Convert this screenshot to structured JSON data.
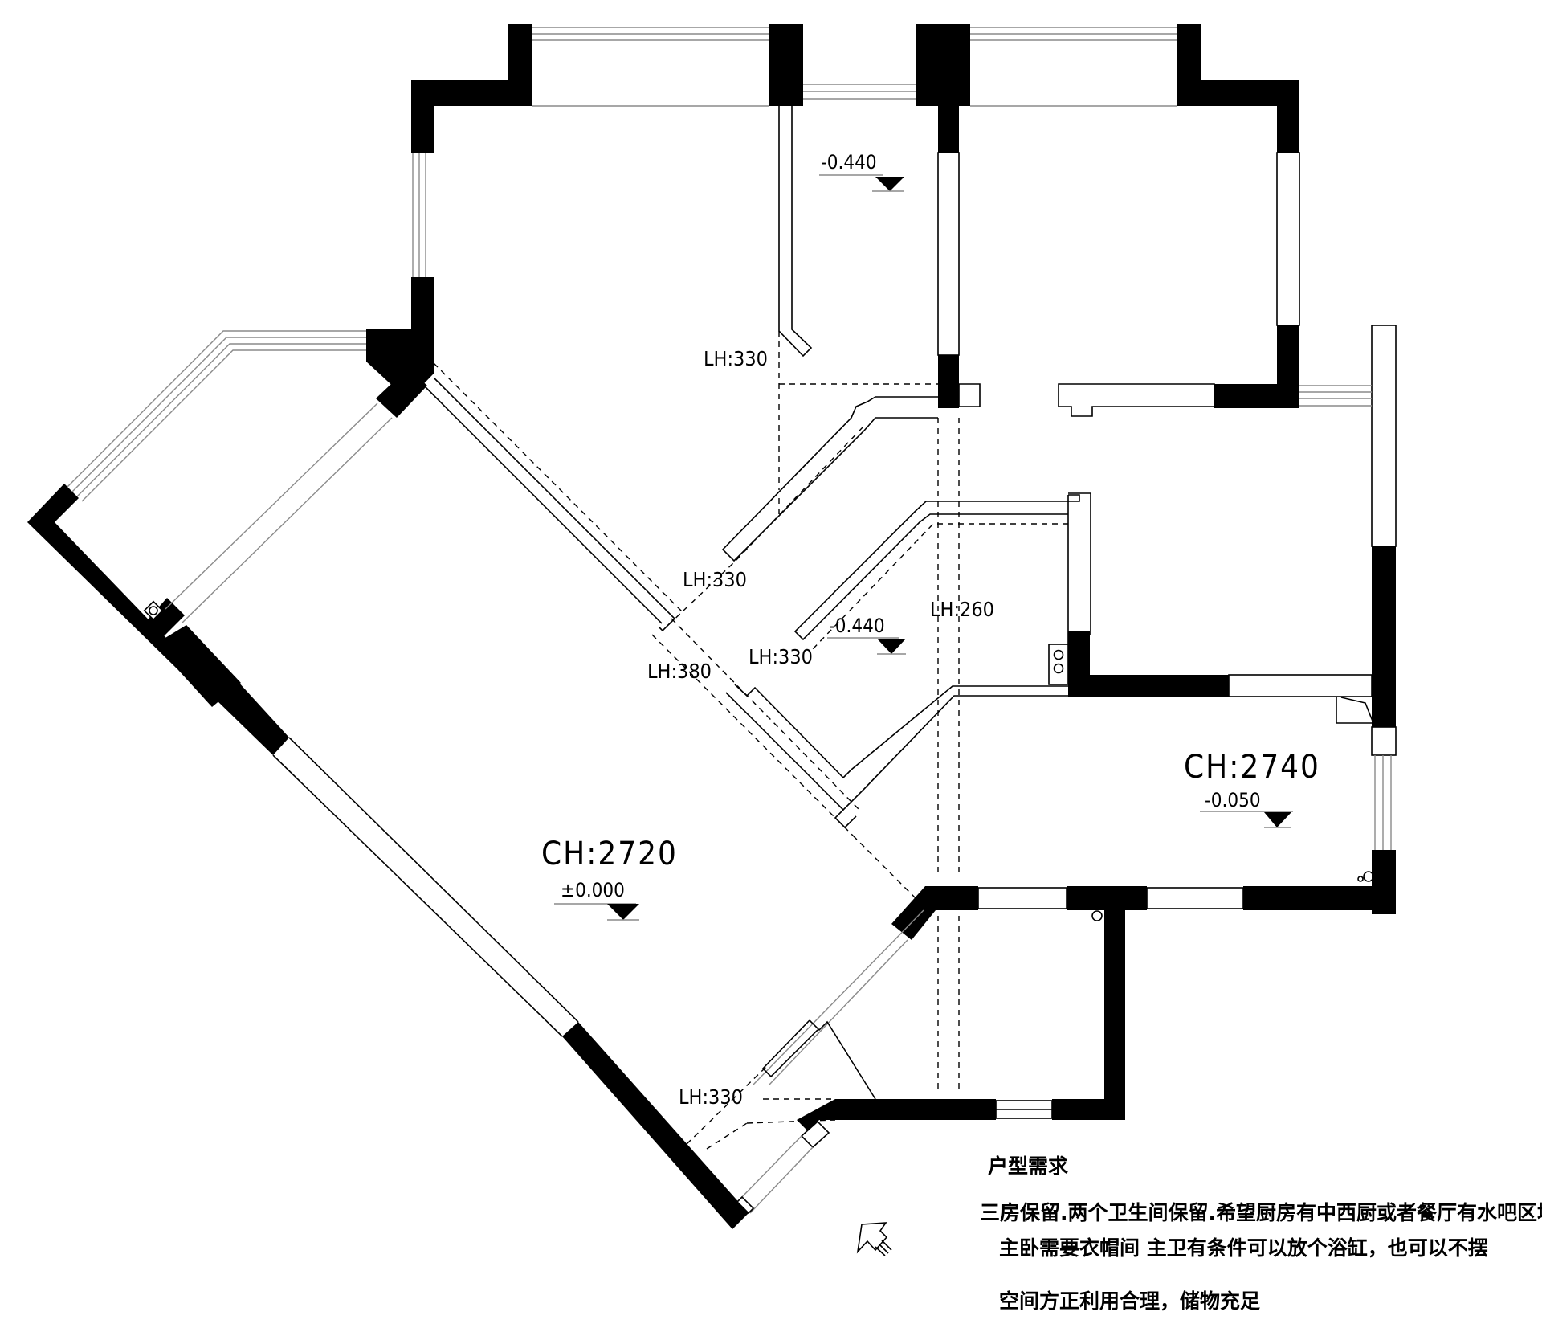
{
  "drawing": {
    "type": "floor-plan",
    "ceiling_heights": {
      "living": "CH:2720",
      "dining": "CH:2740"
    },
    "levels": {
      "living": "±0.000",
      "dining": "-0.050",
      "balcony_top": "-0.440",
      "balcony_mid": "-0.440"
    },
    "beam_heights": [
      "LH:330",
      "LH:330",
      "LH:330",
      "LH:380",
      "LH:260",
      "LH:330"
    ],
    "north_arrow": "north-arrow-icon"
  },
  "notes": {
    "title": "户型需求",
    "lines": [
      "三房保留.两个卫生间保留.希望厨房有中西厨或者餐厅有水吧区域",
      "主卧需要衣帽间 主卫有条件可以放个浴缸，也可以不摆",
      "空间方正利用合理，储物充足"
    ]
  },
  "colors": {
    "wall": "#000000",
    "background": "#ffffff",
    "window_line": "#8a8a8a"
  }
}
